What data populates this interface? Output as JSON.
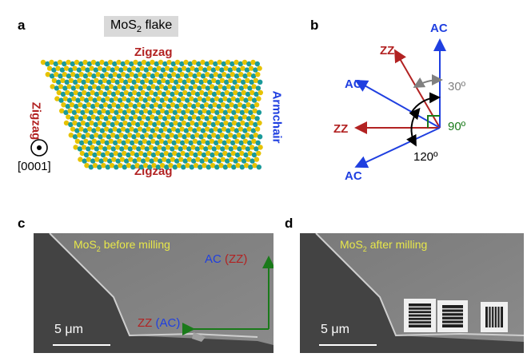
{
  "panels": {
    "a": "a",
    "b": "b",
    "c": "c",
    "d": "d"
  },
  "panel_a": {
    "title_prefix": "MoS",
    "title_sub": "2",
    "title_suffix": " flake",
    "edge_top": "Zigzag",
    "edge_bottom": "Zigzag",
    "edge_left": "Zigzag",
    "edge_right": "Armchair",
    "axis_label": "[0001]"
  },
  "panel_b": {
    "ac_top": "AC",
    "zz_upper": "ZZ",
    "ac_left_upper": "AC",
    "zz_left": "ZZ",
    "ac_left_lower": "AC",
    "angle_30": "30º",
    "angle_90": "90º",
    "angle_120": "120º"
  },
  "panel_c": {
    "title_prefix": "MoS",
    "title_sub": "2",
    "title_suffix": " before milling",
    "ac_label": "AC",
    "zz_paren": "(ZZ)",
    "zz_label": "ZZ",
    "ac_paren": "(AC)",
    "scale": "5 μm"
  },
  "panel_d": {
    "title_prefix": "MoS",
    "title_sub": "2",
    "title_suffix": " after milling",
    "scale": "5 μm"
  },
  "colors": {
    "red": "#b22222",
    "blue": "#1f3fe0",
    "green": "#1a7a1a",
    "gray": "#808080",
    "yellow_text": "#e8e84a",
    "mo_atom": "#1a9a9a",
    "s_atom": "#e6c200"
  }
}
